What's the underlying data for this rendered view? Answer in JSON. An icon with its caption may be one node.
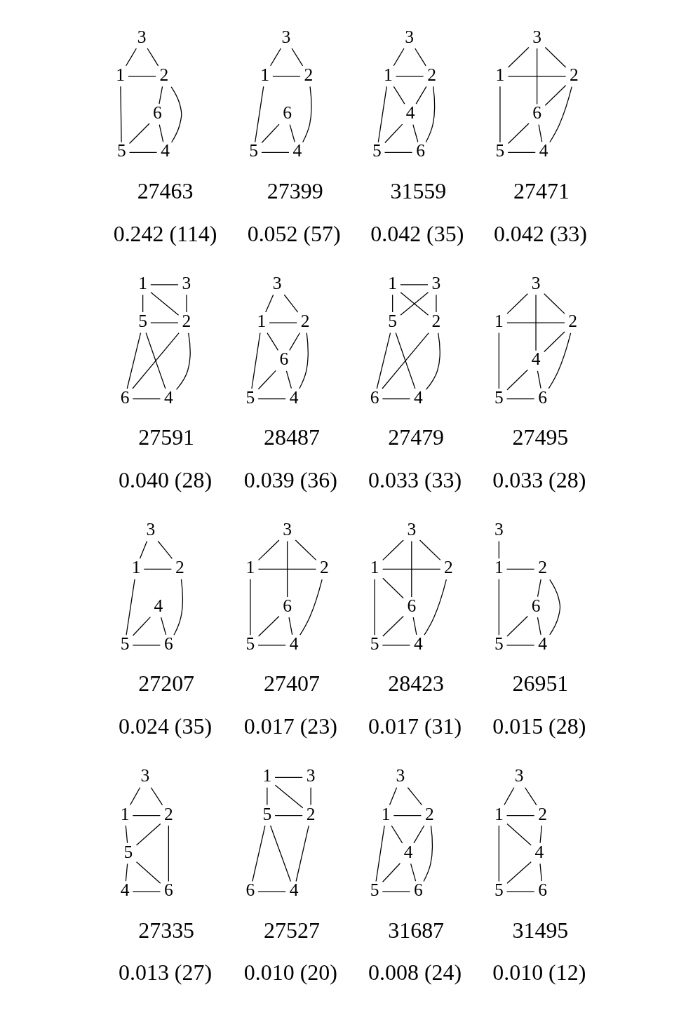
{
  "diagram": {
    "nodes": [
      {
        "text": [
          "3"
        ]
      },
      {
        "text": [
          "1"
        ]
      },
      {
        "text": [
          "2"
        ]
      },
      {
        "text": [
          "6"
        ]
      },
      {
        "text": [
          "5"
        ]
      },
      {
        "text": [
          "4"
        ]
      },
      {
        "text": [
          "3"
        ]
      },
      {
        "text": [
          "1"
        ]
      },
      {
        "text": [
          "2"
        ]
      },
      {
        "text": [
          "6"
        ]
      },
      {
        "text": [
          "5"
        ]
      },
      {
        "text": [
          "4"
        ]
      },
      {
        "text": [
          "3"
        ]
      },
      {
        "text": [
          "1"
        ]
      },
      {
        "text": [
          "2"
        ]
      },
      {
        "text": [
          "4"
        ]
      },
      {
        "text": [
          "5"
        ]
      },
      {
        "text": [
          "6"
        ]
      },
      {
        "text": [
          "3"
        ]
      },
      {
        "text": [
          "1"
        ]
      },
      {
        "text": [
          "2"
        ]
      },
      {
        "text": [
          "6"
        ]
      },
      {
        "text": [
          "5"
        ]
      },
      {
        "text": [
          "4"
        ]
      },
      {
        "text": [
          "1"
        ]
      },
      {
        "text": [
          "3"
        ]
      },
      {
        "text": [
          "5"
        ]
      },
      {
        "text": [
          "2"
        ]
      },
      {
        "text": [
          "6"
        ]
      },
      {
        "text": [
          "4"
        ]
      },
      {
        "text": [
          "3"
        ]
      },
      {
        "text": [
          "1"
        ]
      },
      {
        "text": [
          "2"
        ]
      },
      {
        "text": [
          "6"
        ]
      },
      {
        "text": [
          "5"
        ]
      },
      {
        "text": [
          "4"
        ]
      },
      {
        "text": [
          "1"
        ]
      },
      {
        "text": [
          "3"
        ]
      },
      {
        "text": [
          "5"
        ]
      },
      {
        "text": [
          "2"
        ]
      },
      {
        "text": [
          "6"
        ]
      },
      {
        "text": [
          "4"
        ]
      },
      {
        "text": [
          "3"
        ]
      },
      {
        "text": [
          "1"
        ]
      },
      {
        "text": [
          "2"
        ]
      },
      {
        "text": [
          "4"
        ]
      },
      {
        "text": [
          "5"
        ]
      },
      {
        "text": [
          "6"
        ]
      },
      {
        "text": [
          "3"
        ]
      },
      {
        "text": [
          "1"
        ]
      },
      {
        "text": [
          "2"
        ]
      },
      {
        "text": [
          "4"
        ]
      },
      {
        "text": [
          "5"
        ]
      },
      {
        "text": [
          "6"
        ]
      },
      {
        "text": [
          "3"
        ]
      },
      {
        "text": [
          "1"
        ]
      },
      {
        "text": [
          "2"
        ]
      },
      {
        "text": [
          "6"
        ]
      },
      {
        "text": [
          "5"
        ]
      },
      {
        "text": [
          "4"
        ]
      },
      {
        "text": [
          "3"
        ]
      },
      {
        "text": [
          "1"
        ]
      },
      {
        "text": [
          "2"
        ]
      },
      {
        "text": [
          "6"
        ]
      },
      {
        "text": [
          "5"
        ]
      },
      {
        "text": [
          "4"
        ]
      },
      {
        "text": [
          "3"
        ]
      },
      {
        "text": [
          "1"
        ]
      },
      {
        "text": [
          "2"
        ]
      },
      {
        "text": [
          "6"
        ]
      },
      {
        "text": [
          "5"
        ]
      },
      {
        "text": [
          "4"
        ]
      },
      {
        "text": [
          "3"
        ]
      },
      {
        "text": [
          "1"
        ]
      },
      {
        "text": [
          "2"
        ]
      },
      {
        "text": [
          "5"
        ]
      },
      {
        "text": [
          "4"
        ]
      },
      {
        "text": [
          "6"
        ]
      },
      {
        "text": [
          "1"
        ]
      },
      {
        "text": [
          "3"
        ]
      },
      {
        "text": [
          "5"
        ]
      },
      {
        "text": [
          "2"
        ]
      },
      {
        "text": [
          "6"
        ]
      },
      {
        "text": [
          "4"
        ]
      },
      {
        "text": [
          "3"
        ]
      },
      {
        "text": [
          "1"
        ]
      },
      {
        "text": [
          "2"
        ]
      },
      {
        "text": [
          "4"
        ]
      },
      {
        "text": [
          "5"
        ]
      },
      {
        "text": [
          "6"
        ]
      },
      {
        "text": [
          "3"
        ]
      },
      {
        "text": [
          "1"
        ]
      },
      {
        "text": [
          "2"
        ]
      },
      {
        "text": [
          "4"
        ]
      },
      {
        "text": [
          "5"
        ]
      },
      {
        "text": [
          "6"
        ]
      }
    ],
    "edges": [
      {
        "from": 0,
        "to": 1,
        "arrow": "none"
      },
      {
        "from": 0,
        "to": 2,
        "arrow": "none"
      },
      {
        "from": 1,
        "to": 2,
        "arrow": "none"
      },
      {
        "from": 1,
        "to": 4,
        "arrow": "none"
      },
      {
        "from": 2,
        "to": 3,
        "arrow": "none"
      },
      {
        "from": 2,
        "to": 5,
        "arrow": "none"
      },
      {
        "from": 3,
        "to": 4,
        "arrow": "none"
      },
      {
        "from": 3,
        "to": 5,
        "arrow": "none"
      },
      {
        "from": 4,
        "to": 5,
        "arrow": "none"
      },
      {
        "from": 6,
        "to": 7,
        "arrow": "none"
      },
      {
        "from": 6,
        "to": 8,
        "arrow": "none"
      },
      {
        "from": 7,
        "to": 8,
        "arrow": "none"
      },
      {
        "from": 7,
        "to": 10,
        "arrow": "none"
      },
      {
        "from": 8,
        "to": 11,
        "arrow": "none"
      },
      {
        "from": 9,
        "to": 10,
        "arrow": "none"
      },
      {
        "from": 9,
        "to": 11,
        "arrow": "none"
      },
      {
        "from": 10,
        "to": 11,
        "arrow": "none"
      },
      {
        "from": 12,
        "to": 13,
        "arrow": "none"
      },
      {
        "from": 12,
        "to": 14,
        "arrow": "none"
      },
      {
        "from": 13,
        "to": 14,
        "arrow": "none"
      },
      {
        "from": 13,
        "to": 15,
        "arrow": "none"
      },
      {
        "from": 13,
        "to": 16,
        "arrow": "none"
      },
      {
        "from": 14,
        "to": 15,
        "arrow": "none"
      },
      {
        "from": 14,
        "to": 17,
        "arrow": "none"
      },
      {
        "from": 15,
        "to": 16,
        "arrow": "none"
      },
      {
        "from": 15,
        "to": 17,
        "arrow": "none"
      },
      {
        "from": 16,
        "to": 17,
        "arrow": "none"
      },
      {
        "from": 18,
        "to": 19,
        "arrow": "none"
      },
      {
        "from": 18,
        "to": 20,
        "arrow": "none"
      },
      {
        "from": 18,
        "to": 21,
        "arrow": "none"
      },
      {
        "from": 19,
        "to": 20,
        "arrow": "none"
      },
      {
        "from": 19,
        "to": 22,
        "arrow": "none"
      },
      {
        "from": 20,
        "to": 21,
        "arrow": "none"
      },
      {
        "from": 20,
        "to": 23,
        "arrow": "none"
      },
      {
        "from": 21,
        "to": 22,
        "arrow": "none"
      },
      {
        "from": 21,
        "to": 23,
        "arrow": "none"
      },
      {
        "from": 22,
        "to": 23,
        "arrow": "none"
      },
      {
        "from": 24,
        "to": 25,
        "arrow": "none"
      },
      {
        "from": 24,
        "to": 26,
        "arrow": "none"
      },
      {
        "from": 24,
        "to": 27,
        "arrow": "none"
      },
      {
        "from": 25,
        "to": 27,
        "arrow": "none"
      },
      {
        "from": 26,
        "to": 27,
        "arrow": "none"
      },
      {
        "from": 26,
        "to": 28,
        "arrow": "none"
      },
      {
        "from": 26,
        "to": 29,
        "arrow": "none"
      },
      {
        "from": 27,
        "to": 28,
        "arrow": "none"
      },
      {
        "from": 27,
        "to": 29,
        "arrow": "none"
      },
      {
        "from": 28,
        "to": 29,
        "arrow": "none"
      },
      {
        "from": 30,
        "to": 31,
        "arrow": "none"
      },
      {
        "from": 30,
        "to": 32,
        "arrow": "none"
      },
      {
        "from": 31,
        "to": 32,
        "arrow": "none"
      },
      {
        "from": 31,
        "to": 33,
        "arrow": "none"
      },
      {
        "from": 31,
        "to": 34,
        "arrow": "none"
      },
      {
        "from": 32,
        "to": 33,
        "arrow": "none"
      },
      {
        "from": 32,
        "to": 35,
        "arrow": "none"
      },
      {
        "from": 33,
        "to": 34,
        "arrow": "none"
      },
      {
        "from": 33,
        "to": 35,
        "arrow": "none"
      },
      {
        "from": 34,
        "to": 35,
        "arrow": "none"
      },
      {
        "from": 36,
        "to": 37,
        "arrow": "none"
      },
      {
        "from": 36,
        "to": 38,
        "arrow": "none"
      },
      {
        "from": 36,
        "to": 39,
        "arrow": "none"
      },
      {
        "from": 37,
        "to": 38,
        "arrow": "none"
      },
      {
        "from": 37,
        "to": 39,
        "arrow": "none"
      },
      {
        "from": 38,
        "to": 40,
        "arrow": "none"
      },
      {
        "from": 38,
        "to": 41,
        "arrow": "none"
      },
      {
        "from": 39,
        "to": 40,
        "arrow": "none"
      },
      {
        "from": 39,
        "to": 41,
        "arrow": "none"
      },
      {
        "from": 40,
        "to": 41,
        "arrow": "none"
      },
      {
        "from": 42,
        "to": 43,
        "arrow": "none"
      },
      {
        "from": 42,
        "to": 44,
        "arrow": "none"
      },
      {
        "from": 42,
        "to": 45,
        "arrow": "none"
      },
      {
        "from": 43,
        "to": 44,
        "arrow": "none"
      },
      {
        "from": 43,
        "to": 46,
        "arrow": "none"
      },
      {
        "from": 44,
        "to": 45,
        "arrow": "none"
      },
      {
        "from": 44,
        "to": 47,
        "arrow": "none"
      },
      {
        "from": 45,
        "to": 46,
        "arrow": "none"
      },
      {
        "from": 45,
        "to": 47,
        "arrow": "none"
      },
      {
        "from": 46,
        "to": 47,
        "arrow": "none"
      },
      {
        "from": 48,
        "to": 49,
        "arrow": "none"
      },
      {
        "from": 48,
        "to": 50,
        "arrow": "none"
      },
      {
        "from": 49,
        "to": 50,
        "arrow": "none"
      },
      {
        "from": 49,
        "to": 52,
        "arrow": "none"
      },
      {
        "from": 50,
        "to": 53,
        "arrow": "none"
      },
      {
        "from": 51,
        "to": 52,
        "arrow": "none"
      },
      {
        "from": 51,
        "to": 53,
        "arrow": "none"
      },
      {
        "from": 52,
        "to": 53,
        "arrow": "none"
      },
      {
        "from": 54,
        "to": 55,
        "arrow": "none"
      },
      {
        "from": 54,
        "to": 56,
        "arrow": "none"
      },
      {
        "from": 54,
        "to": 57,
        "arrow": "none"
      },
      {
        "from": 55,
        "to": 56,
        "arrow": "none"
      },
      {
        "from": 55,
        "to": 58,
        "arrow": "none"
      },
      {
        "from": 56,
        "to": 59,
        "arrow": "none"
      },
      {
        "from": 57,
        "to": 58,
        "arrow": "none"
      },
      {
        "from": 57,
        "to": 59,
        "arrow": "none"
      },
      {
        "from": 58,
        "to": 59,
        "arrow": "none"
      },
      {
        "from": 60,
        "to": 61,
        "arrow": "none"
      },
      {
        "from": 60,
        "to": 62,
        "arrow": "none"
      },
      {
        "from": 60,
        "to": 63,
        "arrow": "none"
      },
      {
        "from": 61,
        "to": 62,
        "arrow": "none"
      },
      {
        "from": 61,
        "to": 63,
        "arrow": "none"
      },
      {
        "from": 61,
        "to": 64,
        "arrow": "none"
      },
      {
        "from": 62,
        "to": 65,
        "arrow": "none"
      },
      {
        "from": 63,
        "to": 64,
        "arrow": "none"
      },
      {
        "from": 63,
        "to": 65,
        "arrow": "none"
      },
      {
        "from": 64,
        "to": 65,
        "arrow": "none"
      },
      {
        "from": 66,
        "to": 67,
        "arrow": "none"
      },
      {
        "from": 67,
        "to": 68,
        "arrow": "none"
      },
      {
        "from": 67,
        "to": 70,
        "arrow": "none"
      },
      {
        "from": 68,
        "to": 69,
        "arrow": "none"
      },
      {
        "from": 68,
        "to": 71,
        "arrow": "none"
      },
      {
        "from": 69,
        "to": 70,
        "arrow": "none"
      },
      {
        "from": 69,
        "to": 71,
        "arrow": "none"
      },
      {
        "from": 70,
        "to": 71,
        "arrow": "none"
      },
      {
        "from": 72,
        "to": 73,
        "arrow": "none"
      },
      {
        "from": 72,
        "to": 74,
        "arrow": "none"
      },
      {
        "from": 73,
        "to": 74,
        "arrow": "none"
      },
      {
        "from": 73,
        "to": 75,
        "arrow": "none"
      },
      {
        "from": 74,
        "to": 75,
        "arrow": "none"
      },
      {
        "from": 74,
        "to": 77,
        "arrow": "none"
      },
      {
        "from": 75,
        "to": 76,
        "arrow": "none"
      },
      {
        "from": 75,
        "to": 77,
        "arrow": "none"
      },
      {
        "from": 76,
        "to": 77,
        "arrow": "none"
      },
      {
        "from": 78,
        "to": 79,
        "arrow": "none"
      },
      {
        "from": 78,
        "to": 80,
        "arrow": "none"
      },
      {
        "from": 78,
        "to": 81,
        "arrow": "none"
      },
      {
        "from": 79,
        "to": 81,
        "arrow": "none"
      },
      {
        "from": 80,
        "to": 81,
        "arrow": "none"
      },
      {
        "from": 80,
        "to": 82,
        "arrow": "none"
      },
      {
        "from": 80,
        "to": 83,
        "arrow": "none"
      },
      {
        "from": 81,
        "to": 83,
        "arrow": "none"
      },
      {
        "from": 82,
        "to": 83,
        "arrow": "none"
      },
      {
        "from": 84,
        "to": 85,
        "arrow": "none"
      },
      {
        "from": 84,
        "to": 86,
        "arrow": "none"
      },
      {
        "from": 85,
        "to": 86,
        "arrow": "none"
      },
      {
        "from": 85,
        "to": 87,
        "arrow": "none"
      },
      {
        "from": 85,
        "to": 88,
        "arrow": "none"
      },
      {
        "from": 86,
        "to": 87,
        "arrow": "none"
      },
      {
        "from": 86,
        "to": 89,
        "arrow": "none"
      },
      {
        "from": 87,
        "to": 88,
        "arrow": "none"
      },
      {
        "from": 87,
        "to": 89,
        "arrow": "none"
      },
      {
        "from": 88,
        "to": 89,
        "arrow": "none"
      },
      {
        "from": 90,
        "to": 91,
        "arrow": "none"
      },
      {
        "from": 90,
        "to": 92,
        "arrow": "none"
      },
      {
        "from": 91,
        "to": 92,
        "arrow": "none"
      },
      {
        "from": 91,
        "to": 93,
        "arrow": "none"
      },
      {
        "from": 91,
        "to": 94,
        "arrow": "none"
      },
      {
        "from": 92,
        "to": 93,
        "arrow": "none"
      },
      {
        "from": 93,
        "to": 94,
        "arrow": "none"
      },
      {
        "from": 93,
        "to": 95,
        "arrow": "none"
      },
      {
        "from": 94,
        "to": 95,
        "arrow": "none"
      }
    ],
    "labels": [
      "27463",
      "27399",
      "31559",
      "27471",
      "0.242 (114)",
      "0.052 (57)",
      "0.042 (35)",
      "0.042 (33)",
      "27591",
      "28487",
      "27479",
      "27495",
      "0.040 (28)",
      "0.039 (36)",
      "0.033 (33)",
      "0.033 (28)",
      "27207",
      "27407",
      "28423",
      "26951",
      "0.024 (35)",
      "0.017 (23)",
      "0.017 (31)",
      "0.015 (28)",
      "27335",
      "27527",
      "31687",
      "31495",
      "0.013 (27)",
      "0.010 (20)",
      "0.008 (24)",
      "0.010 (12)"
    ]
  }
}
